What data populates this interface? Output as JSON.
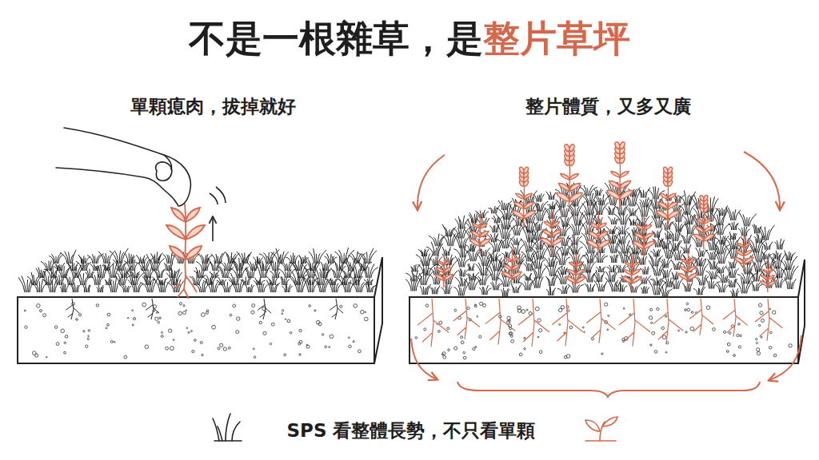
{
  "diagram": {
    "title": "不是一根雜草，是整片草坪",
    "caption": "SPS 看整體長勢，不只看單顆",
    "labels": [
      "單顆瘜肉，拔掉就好",
      "整片體質，又多又廣"
    ]
  }
}
